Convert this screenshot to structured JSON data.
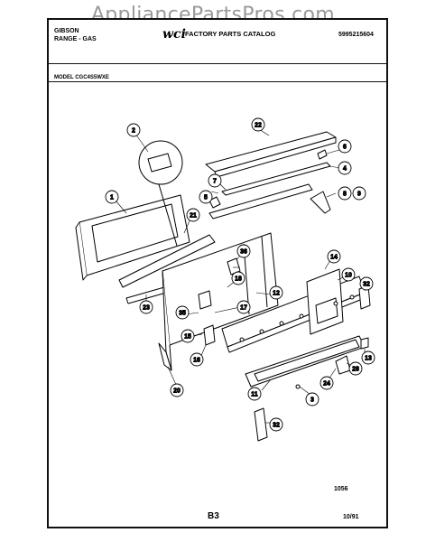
{
  "watermark": "AppliancePartsPros.com",
  "header": {
    "brand": "GIBSON",
    "product": "RANGE - GAS",
    "logo_text": "wci",
    "catalog_title": "FACTORY PARTS CATALOG",
    "catalog_number": "5995215604",
    "model_line": "MODEL CGC4S5WXE"
  },
  "callouts": [
    "1",
    "2",
    "3",
    "4",
    "5",
    "6",
    "7",
    "8",
    "9",
    "10",
    "11",
    "12",
    "13",
    "14",
    "15",
    "16",
    "17",
    "18",
    "20",
    "21",
    "22",
    "23",
    "24",
    "28",
    "32",
    "32",
    "35",
    "36"
  ],
  "footer": {
    "ref_code": "1056",
    "page_code": "B3",
    "date_code": "10/91"
  }
}
